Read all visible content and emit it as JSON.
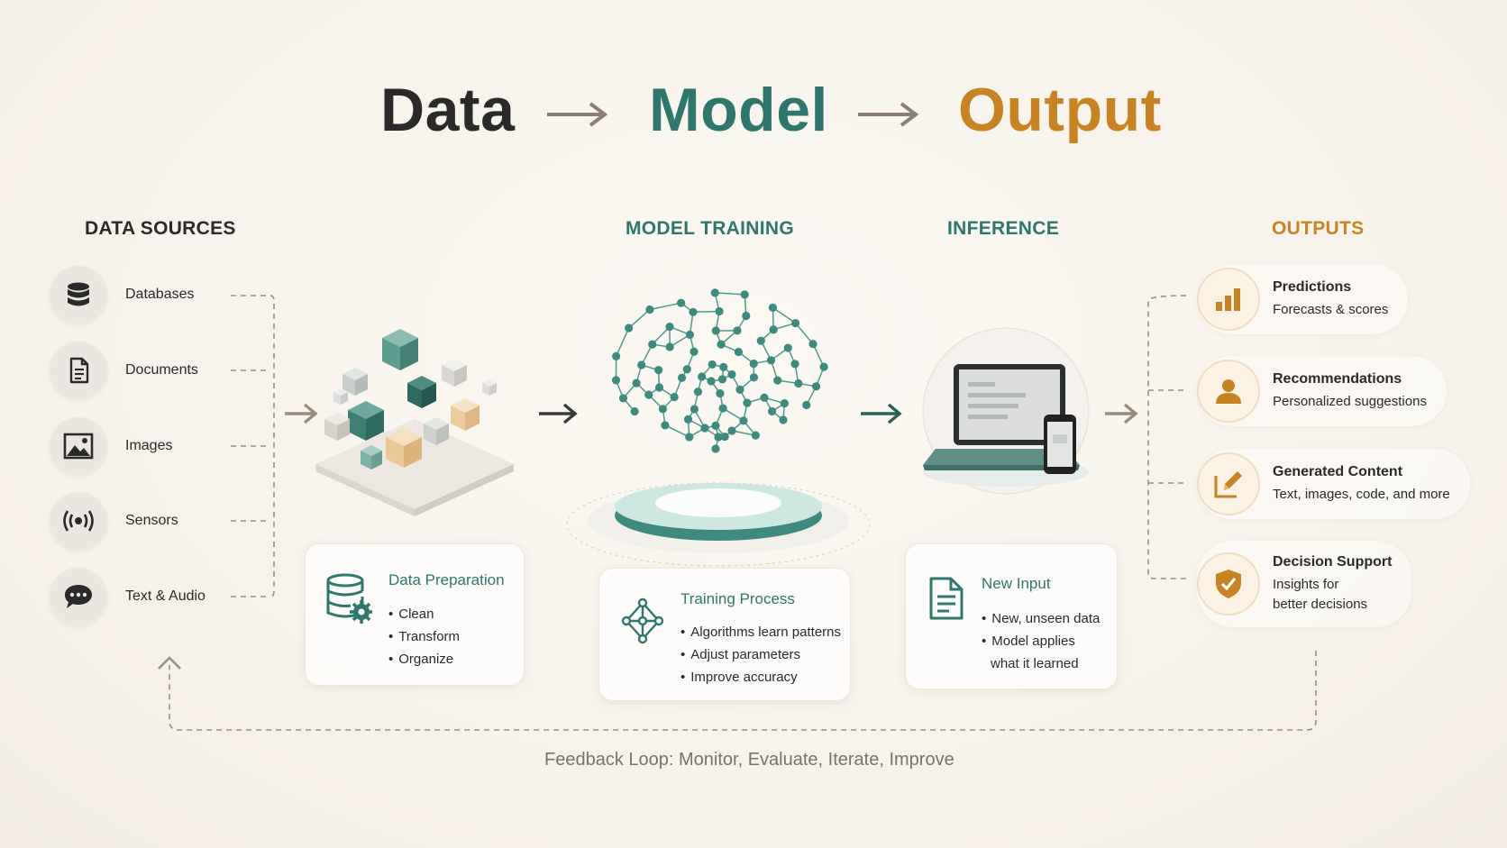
{
  "title": {
    "data": "Data",
    "model": "Model",
    "output": "Output"
  },
  "sections": {
    "data_sources": "DATA SOURCES",
    "model_training": "MODEL TRAINING",
    "inference": "INFERENCE",
    "outputs": "OUTPUTS"
  },
  "sources": [
    {
      "label": "Databases",
      "icon": "database-icon"
    },
    {
      "label": "Documents",
      "icon": "document-icon"
    },
    {
      "label": "Images",
      "icon": "image-icon"
    },
    {
      "label": "Sensors",
      "icon": "sensor-icon"
    },
    {
      "label": "Text & Audio",
      "icon": "chat-icon"
    }
  ],
  "data_prep": {
    "title": "Data Preparation",
    "items": [
      "Clean",
      "Transform",
      "Organize"
    ]
  },
  "training": {
    "title": "Training Process",
    "items": [
      "Algorithms learn patterns",
      "Adjust parameters",
      "Improve accuracy"
    ]
  },
  "new_input": {
    "title": "New Input",
    "items": [
      "New, unseen data",
      "Model applies",
      "what it learned"
    ]
  },
  "outputs": [
    {
      "title": "Predictions",
      "sub": "Forecasts & scores",
      "icon": "bar-chart-icon"
    },
    {
      "title": "Recommendations",
      "sub": "Personalized suggestions",
      "icon": "person-icon"
    },
    {
      "title": "Generated Content",
      "sub": "Text, images, code, and more",
      "icon": "pencil-icon"
    },
    {
      "title": "Decision Support",
      "sub1": "Insights for",
      "sub2": "better decisions",
      "icon": "shield-check-icon"
    }
  ],
  "feedback": "Feedback Loop: Monitor, Evaluate, Iterate, Improve",
  "colors": {
    "teal": "#2f776c",
    "amber": "#c88424",
    "dark": "#2a2a2a"
  }
}
